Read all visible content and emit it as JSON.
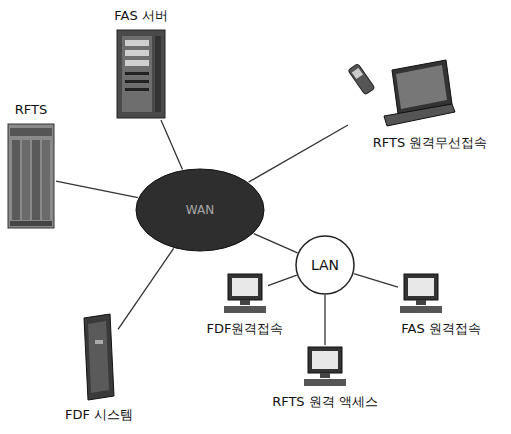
{
  "diagram": {
    "nodes": [
      {
        "text": [
          "FAS 서버"
        ]
      },
      {
        "text": [
          "RFTS"
        ]
      },
      {
        "text": [
          "WAN"
        ]
      },
      {
        "text": [
          "RFTS 원격무선접속"
        ]
      },
      {
        "text": [
          "LAN"
        ]
      },
      {
        "text": [
          "FDF원격접속"
        ]
      },
      {
        "text": [
          "FAS 원격접속"
        ]
      },
      {
        "text": [
          "RFTS 원격 액세스"
        ]
      },
      {
        "text": [
          "FDF 시스템"
        ]
      }
    ],
    "edges": [
      {
        "from": 2,
        "to": 0,
        "arrow": "none"
      },
      {
        "from": 2,
        "to": 1,
        "arrow": "none"
      },
      {
        "from": 2,
        "to": 3,
        "arrow": "none"
      },
      {
        "from": 2,
        "to": 4,
        "arrow": "none"
      },
      {
        "from": 2,
        "to": 8,
        "arrow": "none"
      },
      {
        "from": 4,
        "to": 5,
        "arrow": "none"
      },
      {
        "from": 4,
        "to": 6,
        "arrow": "none"
      },
      {
        "from": 4,
        "to": 7,
        "arrow": "none"
      }
    ]
  }
}
